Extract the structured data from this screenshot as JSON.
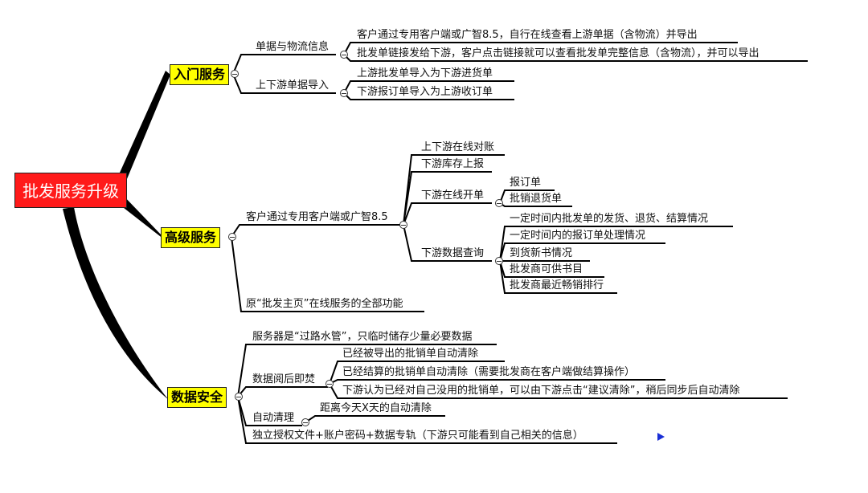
{
  "root": "批发服务升级",
  "branches": {
    "entry": {
      "label": "入门服务",
      "doc_info": {
        "label": "单据与物流信息",
        "items": [
          "客户通过专用客户端或广智8.5，自行在线查看上游单据（含物流）并导出",
          "批发单链接发给下游，客户点击链接就可以查看批发单完整信息（含物流），并可以导出"
        ]
      },
      "doc_import": {
        "label": "上下游单据导入",
        "items": [
          "上游批发单导入为下游进货单",
          "下游报订单导入为上游收订单"
        ]
      }
    },
    "advanced": {
      "label": "高级服务",
      "client": {
        "label": "客户通过专用客户端或广智8.5",
        "reconcile": "上下游在线对账",
        "stock": "下游库存上报",
        "order": {
          "label": "下游在线开单",
          "items": [
            "报订单",
            "批销退货单"
          ]
        },
        "query": {
          "label": "下游数据查询",
          "items": [
            "一定时间内批发单的发货、退货、结算情况",
            "一定时间内的报订单处理情况",
            "到货新书情况",
            "批发商可供书目",
            "批发商最近畅销排行"
          ]
        }
      },
      "legacy": "原“批发主页”在线服务的全部功能"
    },
    "security": {
      "label": "数据安全",
      "server": "服务器是“过路水管”，只临时储存少量必要数据",
      "burn": {
        "label": "数据阅后即焚",
        "items": [
          "已经被导出的批销单自动清除",
          "已经结算的批销单自动清除（需要批发商在客户端做结算操作）",
          "下游认为已经对自己没用的批销单，可以由下游点击“建议清除”，稍后同步后自动清除"
        ]
      },
      "auto": {
        "label": "自动清理",
        "items": [
          "距离今天X天的自动清除"
        ]
      },
      "auth": "独立授权文件+账户密码+数据专轨（下游只可能看到自己相关的信息）"
    }
  }
}
